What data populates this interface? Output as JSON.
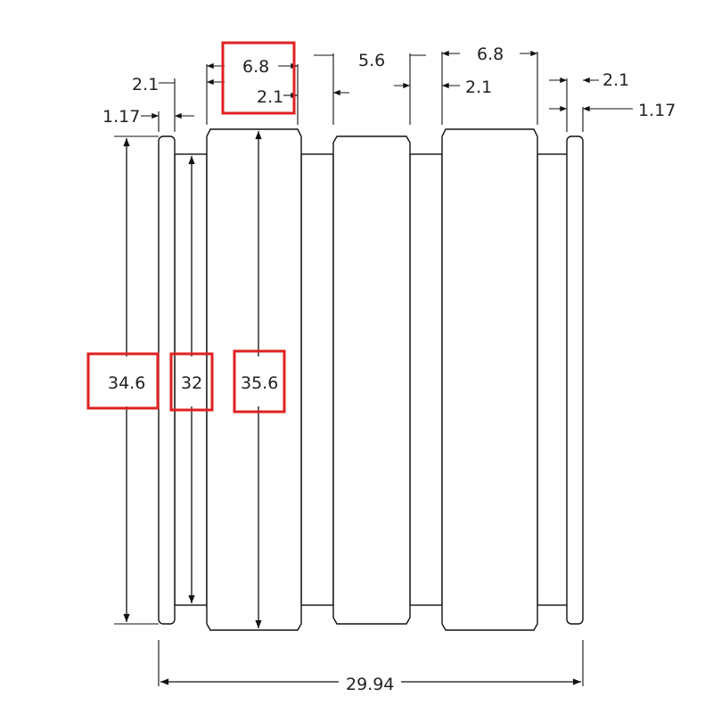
{
  "dimensions": {
    "flange_left_thickness": "1.17",
    "gap_left": "2.1",
    "tooth_width_top": "6.8",
    "tooth_gap_top": "2.1",
    "middle_width": "5.6",
    "tooth_width_right": "6.8",
    "gap_right_inner": "2.1",
    "gap_right": "2.1",
    "flange_right_thickness": "1.17",
    "outer_diameter": "34.6",
    "root_diameter": "32",
    "tooth_diameter": "35.6",
    "total_length": "29.94"
  },
  "colors": {
    "line": "#111111",
    "highlight": "#e02020"
  }
}
